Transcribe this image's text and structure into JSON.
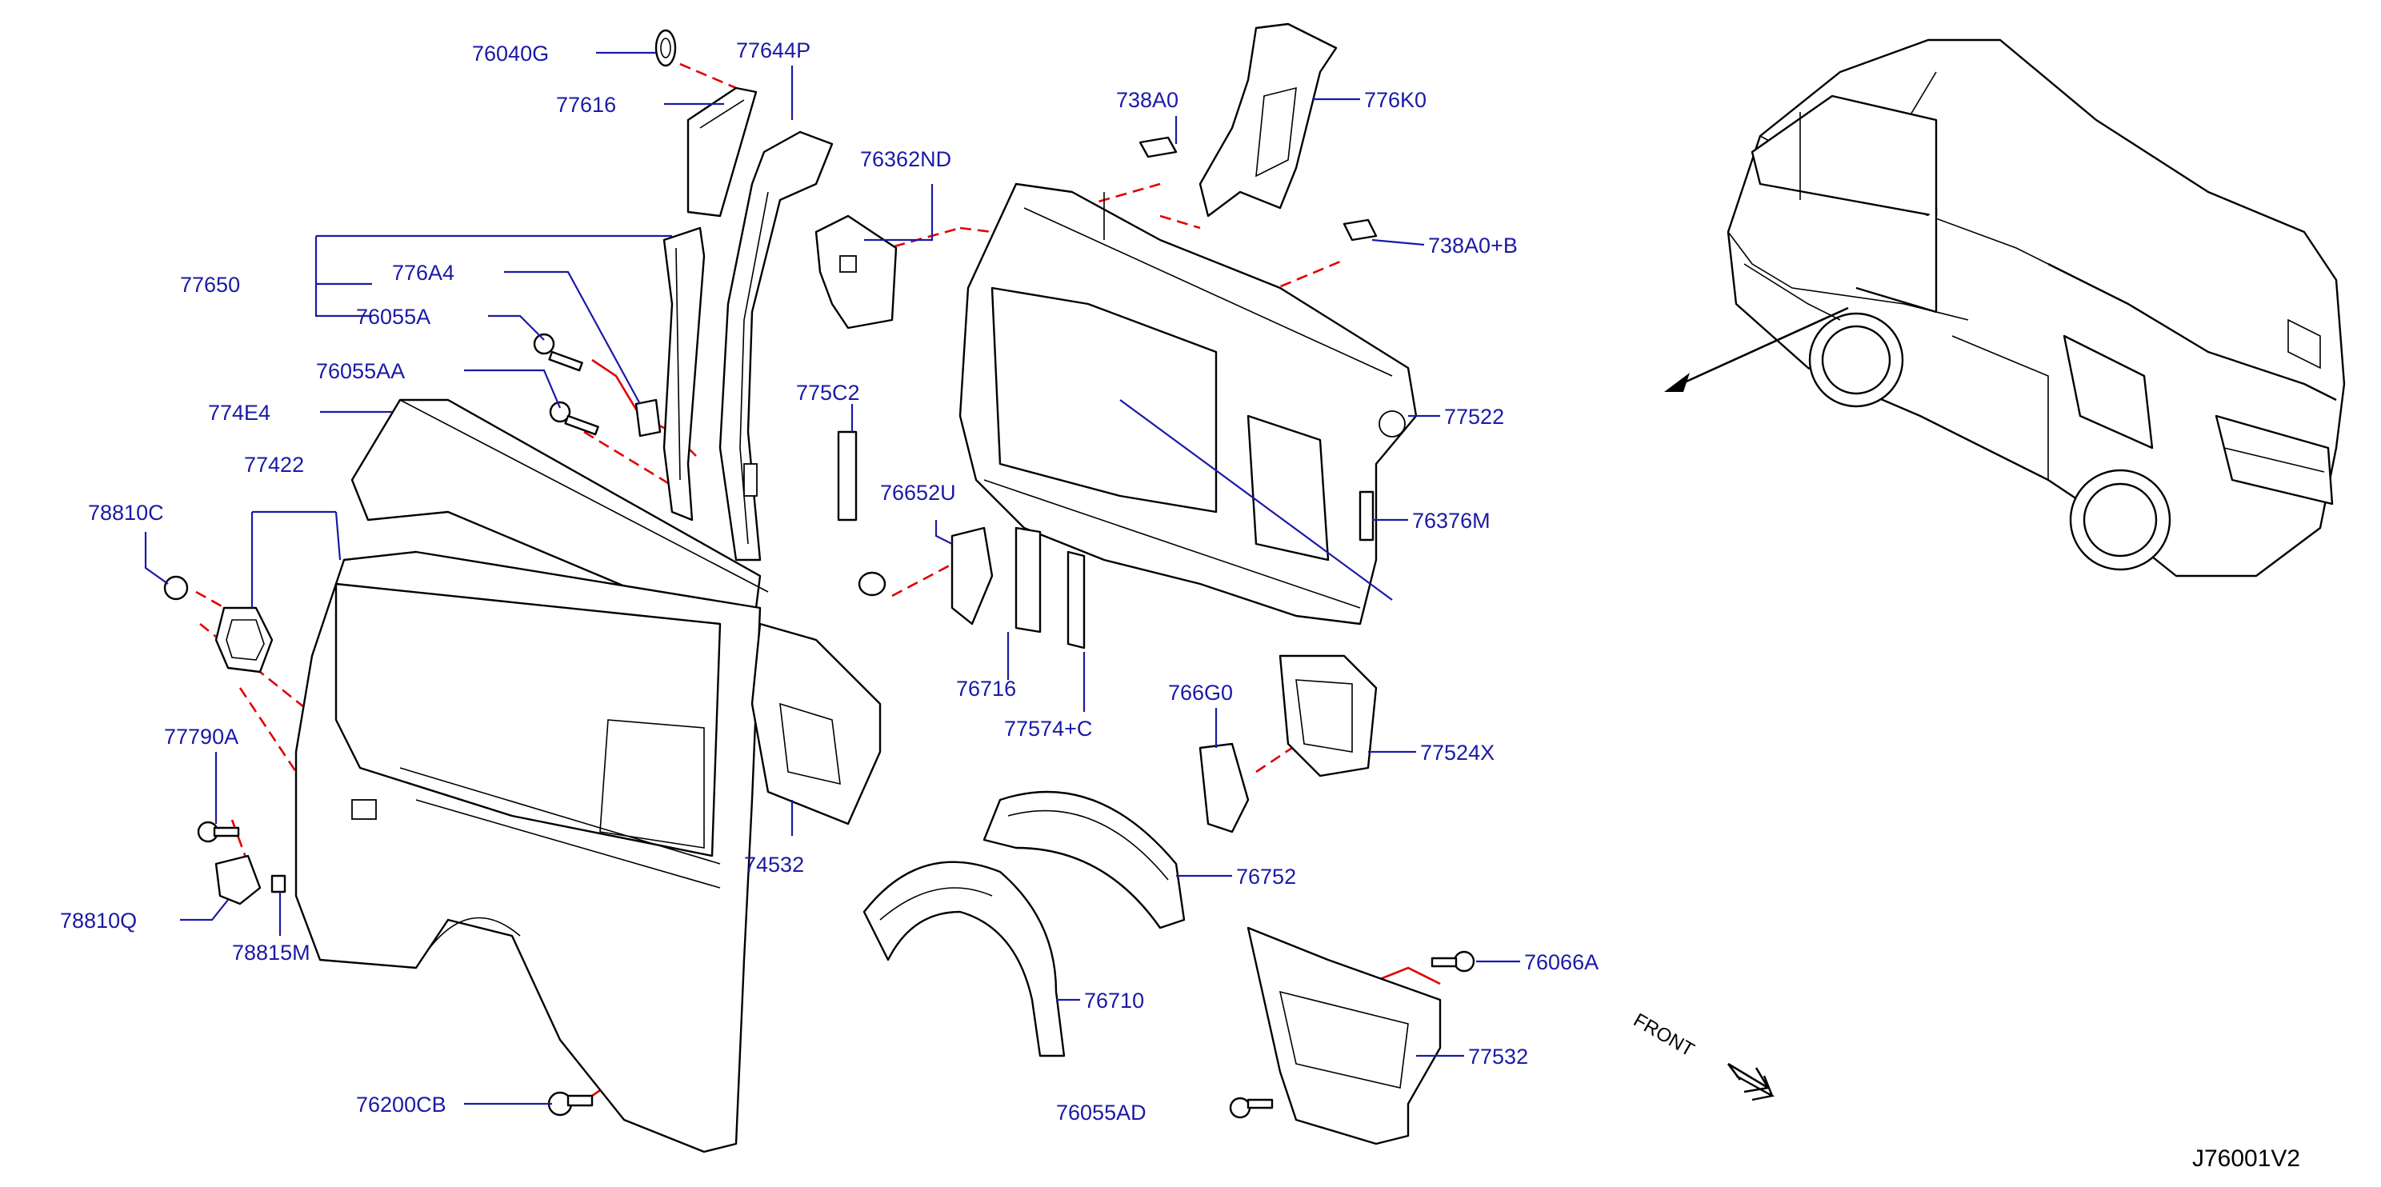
{
  "diagram": {
    "code": "J76001V2",
    "direction_label": "FRONT",
    "colors": {
      "label": "#1a1aa6",
      "leader": "#1a1aa6",
      "dashed_line": "#e00000",
      "outline": "#000000"
    },
    "labels": {
      "p76040G": "76040G",
      "p77644P": "77644P",
      "p77616": "77616",
      "p76362ND": "76362ND",
      "p738A0": "738A0",
      "p776K0": "776K0",
      "p738A0B": "738A0+B",
      "p77650": "77650",
      "p776A4": "776A4",
      "p76055A": "76055A",
      "p76055AA": "76055AA",
      "p774E4": "774E4",
      "p775C2": "775C2",
      "p77522": "77522",
      "p77422": "77422",
      "p78810C": "78810C",
      "p76652U": "76652U",
      "p76376M": "76376M",
      "p76716": "76716",
      "p77574C": "77574+C",
      "p766G0": "766G0",
      "p77524X": "77524X",
      "p77790A": "77790A",
      "p74532": "74532",
      "p76752": "76752",
      "p78810Q": "78810Q",
      "p78815M": "78815M",
      "p76710": "76710",
      "p76066A": "76066A",
      "p77532": "77532",
      "p76200CB": "76200CB",
      "p76055AD": "76055AD"
    }
  }
}
